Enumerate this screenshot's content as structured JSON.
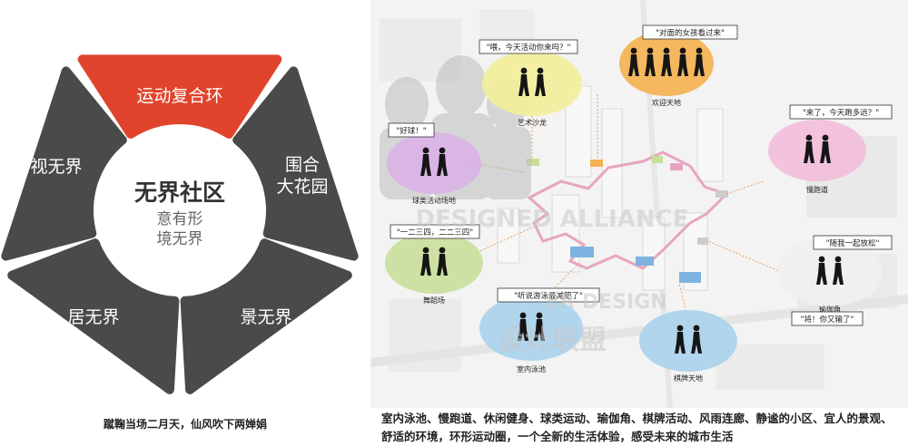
{
  "wheel": {
    "segments": [
      {
        "label": "运动复合环",
        "color": "#e0442c"
      },
      {
        "label": "围合\n大花园",
        "color": "#4a4a4a"
      },
      {
        "label": "景无界",
        "color": "#4a4a4a"
      },
      {
        "label": "居无界",
        "color": "#4a4a4a"
      },
      {
        "label": "视无界",
        "color": "#4a4a4a"
      }
    ],
    "center_title": "无界社区",
    "center_sub1": "意有形",
    "center_sub2": "境无界"
  },
  "caption_left": "蹴鞠当场二月天，仙风吹下两婵娟",
  "zones": [
    {
      "name": "art",
      "speech": "\"喂，今天活动你来吗？\"",
      "label": "艺术沙龙",
      "color": "#f2ee9a"
    },
    {
      "name": "welcome",
      "speech": "\"对面的女孩看过来\"",
      "label": "欢迎天地",
      "color": "#f5b14f"
    },
    {
      "name": "ball",
      "speech": "\"好球！\"",
      "label": "球类活动场地",
      "color": "#d9b3e6"
    },
    {
      "name": "jog",
      "speech": "\"来了，今天跑多远？\"",
      "label": "慢跑道",
      "color": "#f3bcd9"
    },
    {
      "name": "dance",
      "speech": "\"一二三四，二二三四\"",
      "label": "舞蹈场",
      "color": "#c8df9a"
    },
    {
      "name": "yoga",
      "speech": "\"随我一起放松\"",
      "label": "瑜伽角",
      "color": "#f0f0f0"
    },
    {
      "name": "yoga2",
      "speech": "\"将！你又输了\"",
      "label": "",
      "color": ""
    },
    {
      "name": "swim",
      "speech": "\"听说游泳最减肥了\"",
      "label": "室内泳池",
      "color": "#a9d2ec"
    },
    {
      "name": "chess",
      "speech": "",
      "label": "棋牌天地",
      "color": "#a9d2ec"
    }
  ],
  "watermark": {
    "line1": "DESIGNED ALLIANCE",
    "line2": "ER DESIGN",
    "line3": "设计联盟"
  },
  "caption_right": "室内泳池、慢跑道、休闲健身、球类运动、瑜伽角、棋牌活动、风雨连廊、静谧的小区、宜人的景观、舒适的环境，环形运动圈，一个全新的生活体验，感受未来的城市生活"
}
